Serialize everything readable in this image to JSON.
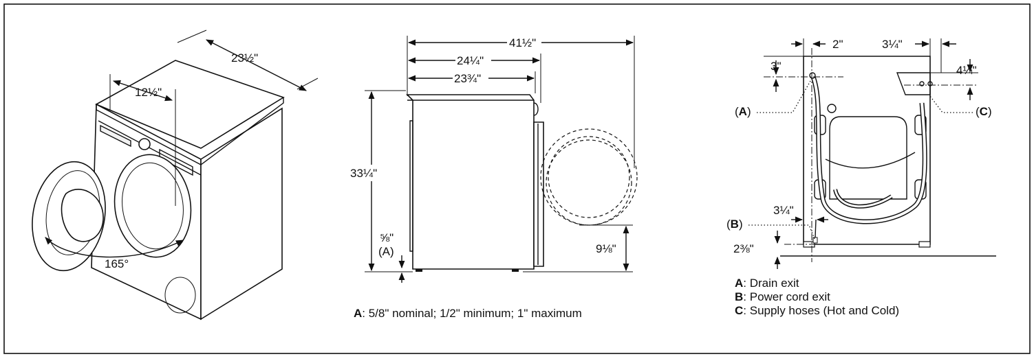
{
  "perspective": {
    "depth_dim": "23½\"",
    "width_dim": "12½\"",
    "angle_dim": "165°"
  },
  "side": {
    "overall_depth": "41½\"",
    "depth_door": "24¼\"",
    "depth_body": "23¾\"",
    "height": "33¼\"",
    "foot_dim": "⅝\"",
    "foot_marker": "(A)",
    "door_clearance": "9⅛\"",
    "note_key": "A",
    "note_text": ": 5/8\" nominal; 1/2\" minimum; 1\" maximum"
  },
  "rear": {
    "dim_2": "2\"",
    "dim_3_25_top": "3¼\"",
    "dim_3": "3\"",
    "dim_4_25": "4¼\"",
    "dim_3_25_low": "3¼\"",
    "dim_2_375": "2⅜\"",
    "marker_a": "A",
    "marker_b": "B",
    "marker_c": "C",
    "legend": [
      {
        "key": "A",
        "text": ": Drain exit"
      },
      {
        "key": "B",
        "text": ": Power cord exit"
      },
      {
        "key": "C",
        "text": ": Supply hoses (Hot and Cold)"
      }
    ]
  }
}
